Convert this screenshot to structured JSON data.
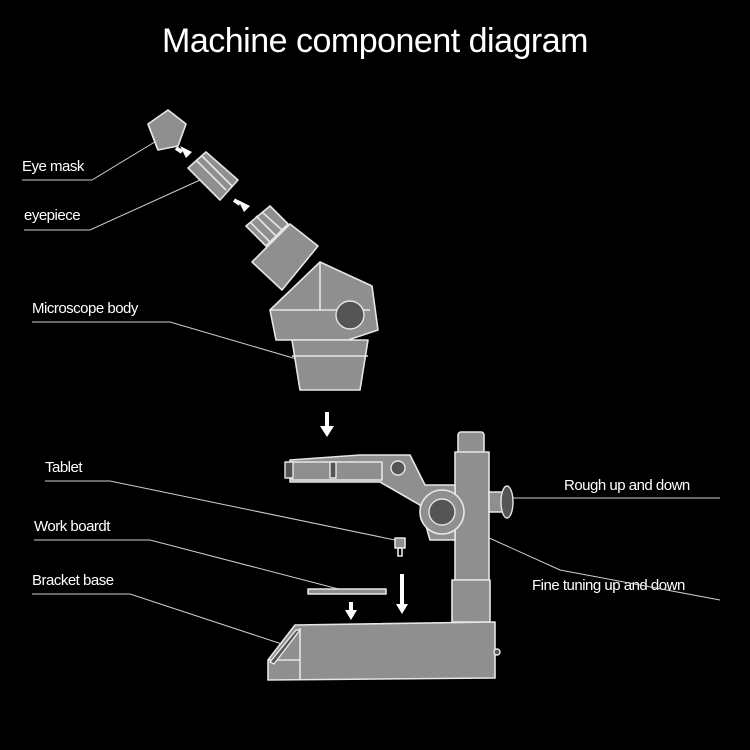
{
  "title": "Machine component diagram",
  "labels": {
    "eye_mask": "Eye mask",
    "eyepiece": "eyepiece",
    "microscope_body": "Microscope body",
    "tablet": "Tablet",
    "work_board": "Work boardt",
    "bracket_base": "Bracket base",
    "rough_up_down": "Rough up and down",
    "fine_tuning": "Fine tuning up and down"
  },
  "colors": {
    "background": "#000000",
    "line": "#e6e6e6",
    "part_fill": "#8f8f8f",
    "text": "#ffffff"
  }
}
